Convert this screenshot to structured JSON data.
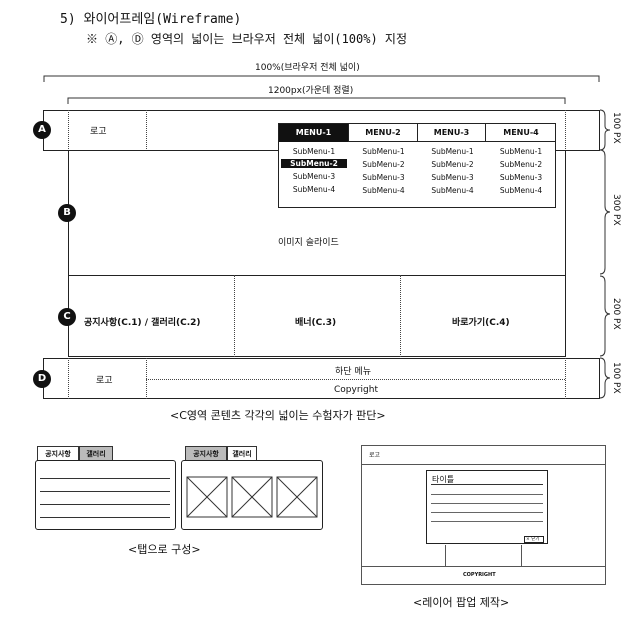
{
  "heading": {
    "title": "5) 와이어프레임(Wireframe)",
    "note": "※ Ⓐ, Ⓓ 영역의 넓이는 브라우저 전체 넓이(100%) 지정"
  },
  "dimensions": {
    "full_width": "100%(브라우저 전체 넓이)",
    "content_width": "1200px(가운데 정렬)",
    "row_heights": [
      "100 PX",
      "300 PX",
      "200 PX",
      "100 PX"
    ]
  },
  "areas": {
    "a": {
      "badge": "A",
      "logo": "로고"
    },
    "b": {
      "badge": "B",
      "label": "이미지 슬라이드"
    },
    "c": {
      "badge": "C",
      "c1": "공지사항(C.1) / 갤러리(C.2)",
      "c3": "배너(C.3)",
      "c4": "바로가기(C.4)"
    },
    "d": {
      "badge": "D",
      "logo": "로고",
      "footer_menu": "하단 메뉴",
      "copyright": "Copyright"
    }
  },
  "menu": {
    "headers": [
      "MENU-1",
      "MENU-2",
      "MENU-3",
      "MENU-4"
    ],
    "submenus": [
      "SubMenu-1",
      "SubMenu-2",
      "SubMenu-3",
      "SubMenu-4"
    ],
    "selected": {
      "menu": 0,
      "sub": 1
    }
  },
  "caption_c": "<C영역 콘텐츠 각각의 넓이는 수험자가 판단>",
  "tab_example": {
    "tabs": [
      "공지사항",
      "갤러리"
    ],
    "caption": "<탭으로 구성>"
  },
  "popup_example": {
    "logo": "로고",
    "title": "타이틀",
    "close": "× 닫기",
    "copyright": "COPYRIGHT",
    "caption": "<레이어 팝업 제작>"
  }
}
